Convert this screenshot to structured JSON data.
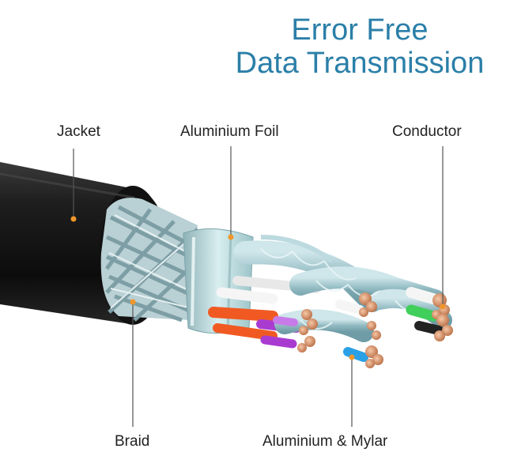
{
  "headline": {
    "line1": "Error Free",
    "line2": "Data Transmission"
  },
  "labels": {
    "jacket": "Jacket",
    "foil": "Aluminium Foil",
    "conductor": "Conductor",
    "braid": "Braid",
    "mylar": "Aluminium & Mylar"
  },
  "colors": {
    "headline": "#2b7fa8",
    "marker": "#f0962a",
    "jacket": "#1b1b1b"
  }
}
